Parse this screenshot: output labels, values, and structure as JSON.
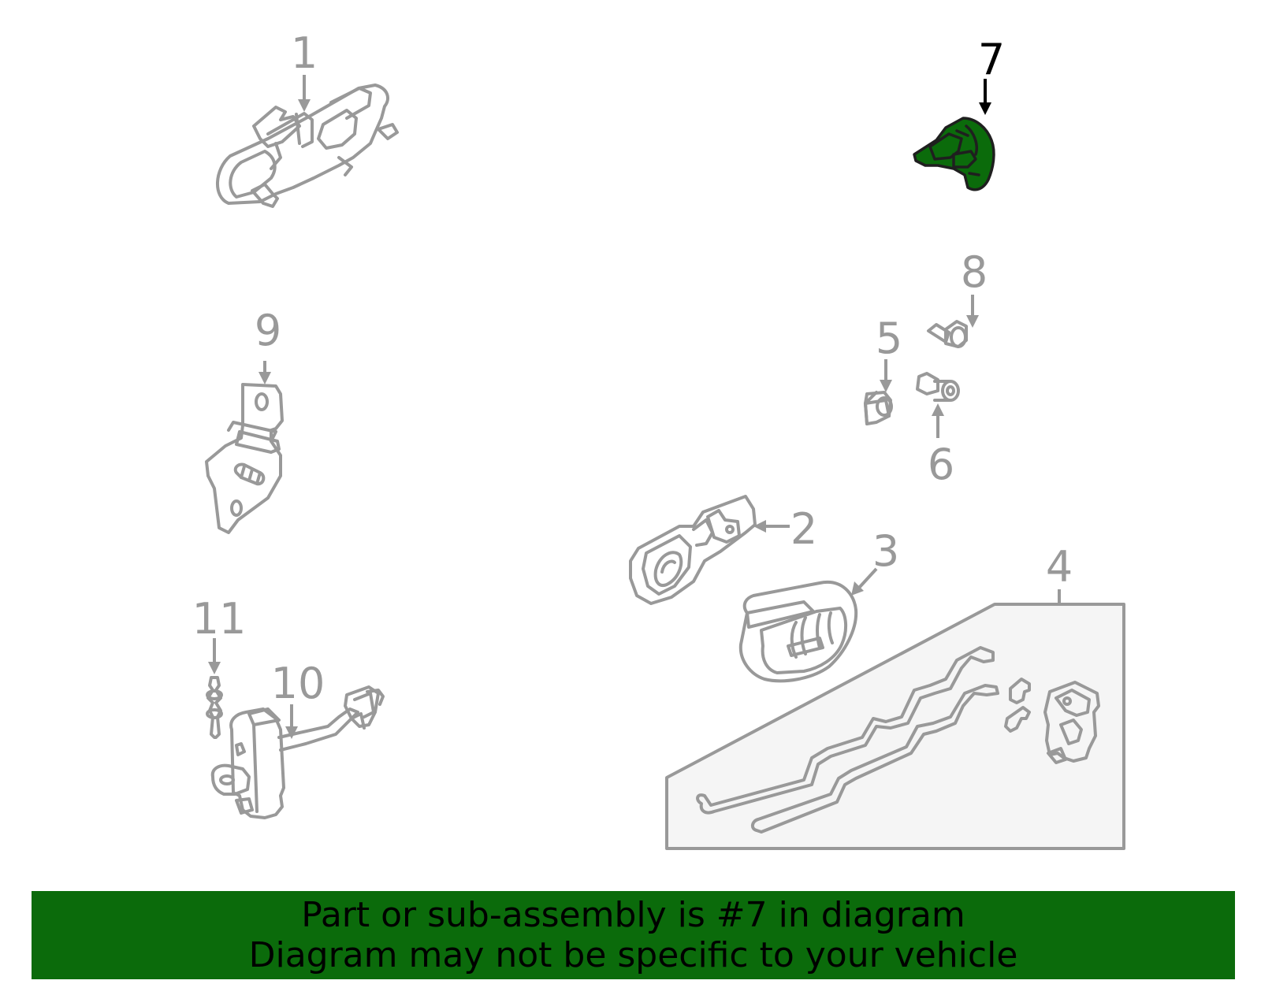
{
  "diagram": {
    "callouts": [
      {
        "id": "1",
        "label": "1"
      },
      {
        "id": "2",
        "label": "2"
      },
      {
        "id": "3",
        "label": "3"
      },
      {
        "id": "4",
        "label": "4"
      },
      {
        "id": "5",
        "label": "5"
      },
      {
        "id": "6",
        "label": "6"
      },
      {
        "id": "7",
        "label": "7"
      },
      {
        "id": "8",
        "label": "8"
      },
      {
        "id": "9",
        "label": "9"
      },
      {
        "id": "10",
        "label": "10"
      },
      {
        "id": "11",
        "label": "11"
      }
    ],
    "highlighted_part": "7",
    "colors": {
      "line": "#999999",
      "highlight_fill": "#0b6b0b",
      "highlight_callout": "#000000",
      "banner_background": "#0b6b0b",
      "banner_text": "#000000",
      "panel_fill": "#f5f5f5"
    }
  },
  "banner": {
    "line1": "Part or sub-assembly is #7 in diagram",
    "line2": "Diagram may not be specific to your vehicle"
  }
}
